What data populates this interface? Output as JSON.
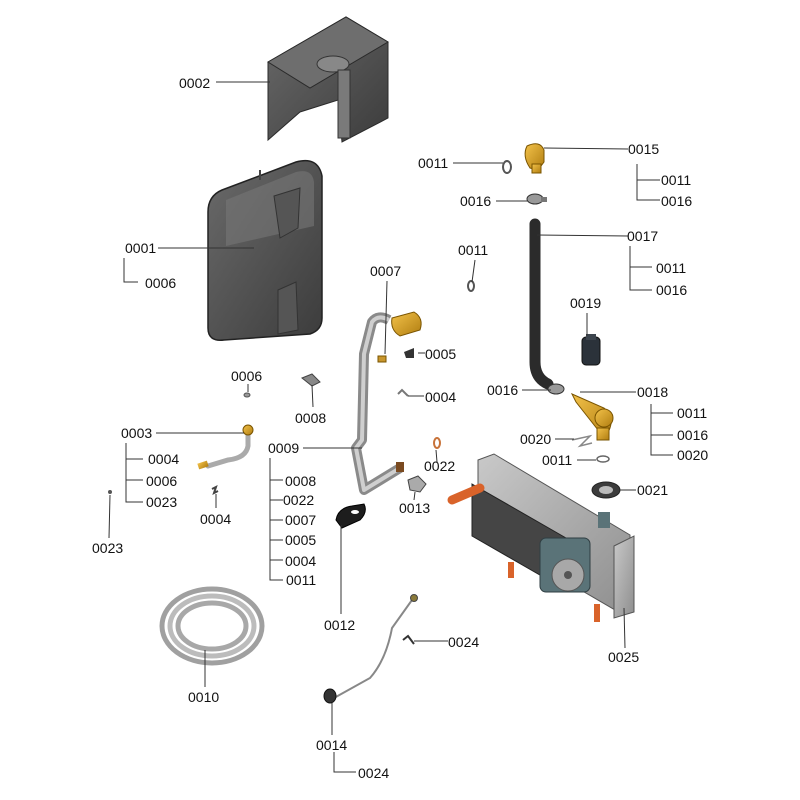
{
  "diagram": {
    "type": "exploded-parts-diagram",
    "colors": {
      "part_dark": "#4a4a4a",
      "brass": "#d9a21e",
      "copper": "#d9632a",
      "pipe_grey": "#a8a8a8",
      "pump_teal": "#5a7378"
    },
    "parts": [
      {
        "id": "0001",
        "name": "expansion vessel",
        "sub": [
          "0006"
        ]
      },
      {
        "id": "0002",
        "name": "vessel insulation / bracket"
      },
      {
        "id": "0003",
        "name": "flexible hose",
        "sub": [
          "0004",
          "0006",
          "0023"
        ]
      },
      {
        "id": "0004",
        "name": "clip"
      },
      {
        "id": "0005",
        "name": "clip"
      },
      {
        "id": "0006",
        "name": "washer"
      },
      {
        "id": "0007",
        "name": "valve"
      },
      {
        "id": "0008",
        "name": "connector"
      },
      {
        "id": "0009",
        "name": "pipe",
        "sub": [
          "0008",
          "0022",
          "0007",
          "0005",
          "0004",
          "0011"
        ]
      },
      {
        "id": "0010",
        "name": "coiled hose"
      },
      {
        "id": "0011",
        "name": "o-ring"
      },
      {
        "id": "0012",
        "name": "gasket"
      },
      {
        "id": "0013",
        "name": "clamp"
      },
      {
        "id": "0014",
        "name": "sensor with cable",
        "sub": [
          "0024"
        ]
      },
      {
        "id": "0015",
        "name": "elbow fitting",
        "sub": [
          "0011",
          "0016"
        ]
      },
      {
        "id": "0016",
        "name": "hose clamp"
      },
      {
        "id": "0017",
        "name": "pipe",
        "sub": [
          "0011",
          "0016"
        ]
      },
      {
        "id": "0018",
        "name": "brass fitting",
        "sub": [
          "0011",
          "0016",
          "0020"
        ]
      },
      {
        "id": "0019",
        "name": "automatic air vent"
      },
      {
        "id": "0020",
        "name": "clip"
      },
      {
        "id": "0021",
        "name": "seal ring"
      },
      {
        "id": "0022",
        "name": "o-ring"
      },
      {
        "id": "0023",
        "name": "pin"
      },
      {
        "id": "0024",
        "name": "clip"
      },
      {
        "id": "0025",
        "name": "pump assembly"
      }
    ],
    "labels": {
      "l0002": "0002",
      "l0001": "0001",
      "l0001_s1": "0006",
      "l0011_a": "0011",
      "l0015": "0015",
      "l0015_s1": "0011",
      "l0015_s2": "0016",
      "l0016_a": "0016",
      "l0011_b": "0011",
      "l0017": "0017",
      "l0017_s1": "0011",
      "l0017_s2": "0016",
      "l0007": "0007",
      "l0005": "0005",
      "l0004_a": "0004",
      "l0019": "0019",
      "l0006": "0006",
      "l0008": "0008",
      "l0016_b": "0016",
      "l0018": "0018",
      "l0018_s1": "0011",
      "l0018_s2": "0016",
      "l0018_s3": "0020",
      "l0020": "0020",
      "l0011_c": "0011",
      "l0003": "0003",
      "l0003_s1": "0004",
      "l0003_s2": "0006",
      "l0003_s3": "0023",
      "l0009": "0009",
      "l0009_s1": "0008",
      "l0009_s2": "0022",
      "l0009_s3": "0007",
      "l0009_s4": "0005",
      "l0009_s5": "0004",
      "l0009_s6": "0011",
      "l0022": "0022",
      "l0021": "0021",
      "l0013": "0013",
      "l0004_b": "0004",
      "l0023": "0023",
      "l0012": "0012",
      "l0025": "0025",
      "l0024_a": "0024",
      "l0010": "0010",
      "l0014": "0014",
      "l0014_s1": "0024"
    }
  }
}
